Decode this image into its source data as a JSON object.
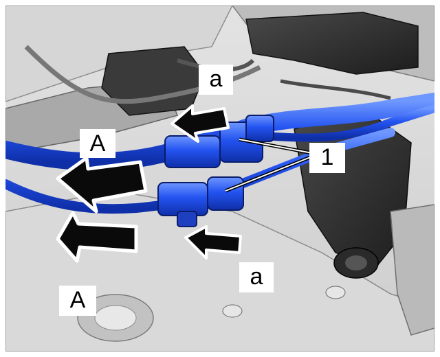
{
  "diagram": {
    "labels": {
      "connector_release_top": "a",
      "connector_release_bottom": "a",
      "pull_direction_left": "A",
      "pull_direction_bottom": "A",
      "connectors_callout": "1"
    },
    "colors": {
      "harness": "#1f4fe8",
      "harness_highlight": "#5f8cff",
      "arrow_fill": "#0a0a0a",
      "arrow_outline": "#ffffff",
      "background_part": "#c9c9c9",
      "dark_part": "#2b2b2b"
    }
  }
}
